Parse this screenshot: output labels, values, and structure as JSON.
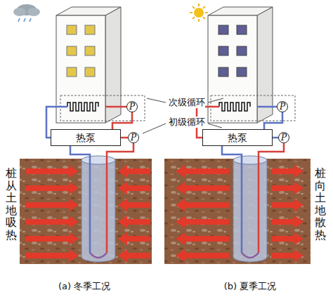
{
  "diagram": {
    "nodes": [
      {
        "text": [
          "P"
        ]
      },
      {
        "text": [
          "热泵"
        ]
      },
      {
        "text": [
          "P"
        ]
      },
      {
        "text": [
          "P"
        ]
      },
      {
        "text": [
          "热泵"
        ]
      },
      {
        "text": [
          "P"
        ]
      }
    ],
    "edges": [
      {
        "from": 0,
        "to": 1,
        "arrow": "none"
      },
      {
        "from": 1,
        "to": 2,
        "arrow": "none"
      },
      {
        "from": 3,
        "to": 4,
        "arrow": "none"
      },
      {
        "from": 4,
        "to": 5,
        "arrow": "none"
      }
    ],
    "labels": [
      "次级循环",
      "初级循环",
      "桩从土地吸热",
      "桩向土地散热",
      "(a) 冬季工况",
      "(b) 夏季工况"
    ]
  }
}
